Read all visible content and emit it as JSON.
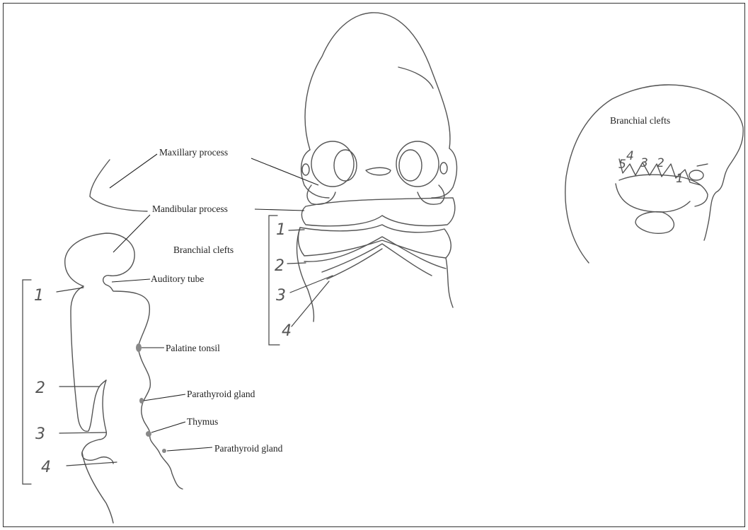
{
  "labels": {
    "maxillary": "Maxillary process",
    "mandibular": "Mandibular process",
    "branchial_center": "Branchial clefts",
    "auditory": "Auditory tube",
    "palatine": "Palatine tonsil",
    "parathyroid_1": "Parathyroid gland",
    "thymus": "Thymus",
    "parathyroid_2": "Parathyroid gland",
    "branchial_right": "Branchial clefts"
  },
  "left_numbers": [
    "1",
    "2",
    "3",
    "4"
  ],
  "center_numbers": [
    "1",
    "2",
    "3",
    "4"
  ],
  "right_numbers": [
    "5",
    "4",
    "3",
    "2",
    "1"
  ]
}
